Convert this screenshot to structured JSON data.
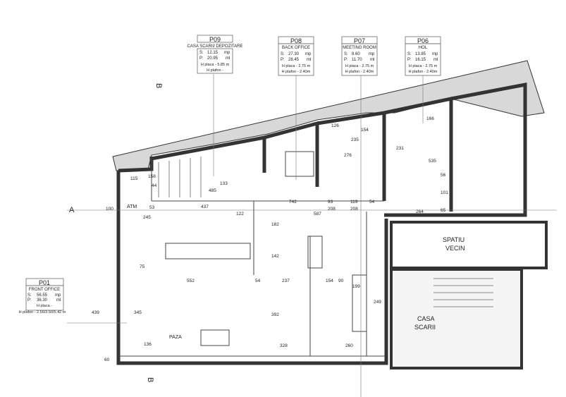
{
  "rooms": [
    {
      "code": "P09",
      "name": "CASA SCARII/ DEPOZITARE",
      "s": "12.15",
      "s_unit": "mp",
      "p": "20.95",
      "p_unit": "ml",
      "h_placa": "H placa - 5.85 m",
      "h_plafon": "H plafon -"
    },
    {
      "code": "P08",
      "name": "BACK OFFICE",
      "s": "27.30",
      "s_unit": "mp",
      "p": "28.45",
      "p_unit": "ml",
      "h_placa": "H placa - 2.75 m",
      "h_plafon": "H plafon - 2.40m"
    },
    {
      "code": "P07",
      "name": "MEETING ROOM",
      "s": "8.60",
      "s_unit": "mp",
      "p": "11.70",
      "p_unit": "ml",
      "h_placa": "H placa - 2.75 m",
      "h_plafon": "H plafon - 2.40m"
    },
    {
      "code": "P06",
      "name": "HOL",
      "s": "13.85",
      "s_unit": "mp",
      "p": "16.15",
      "p_unit": "ml",
      "h_placa": "H placa - 2.75 m",
      "h_plafon": "H plafon - 2.40m"
    },
    {
      "code": "P01",
      "name": "FRONT OFFICE",
      "s": "56.55",
      "s_unit": "mp",
      "p": "36.30",
      "p_unit": "ml",
      "h_placa": "H placa -",
      "h_plafon": "H plafon - 2.56/3.50/5.42 m"
    }
  ],
  "labels": {
    "atm": "ATM",
    "paza": "PAZA",
    "spatiu_vecin_1": "SPATIU",
    "spatiu_vecin_2": "VECIN",
    "casa_scarii_1": "CASA",
    "casa_scarii_2": "SCARII",
    "section_a": "A",
    "section_b_top": "B",
    "section_b_bottom": "B"
  },
  "dimensions": [
    "485",
    "133",
    "437",
    "122",
    "587",
    "742",
    "93",
    "119",
    "208",
    "208",
    "54",
    "552",
    "54",
    "237",
    "154",
    "90",
    "199",
    "328",
    "260",
    "136",
    "392",
    "142",
    "182",
    "276",
    "235",
    "154",
    "126",
    "166",
    "231",
    "535",
    "264",
    "101",
    "56",
    "65",
    "158",
    "115",
    "44",
    "53",
    "245",
    "75",
    "439",
    "345",
    "100",
    "60",
    "249"
  ]
}
